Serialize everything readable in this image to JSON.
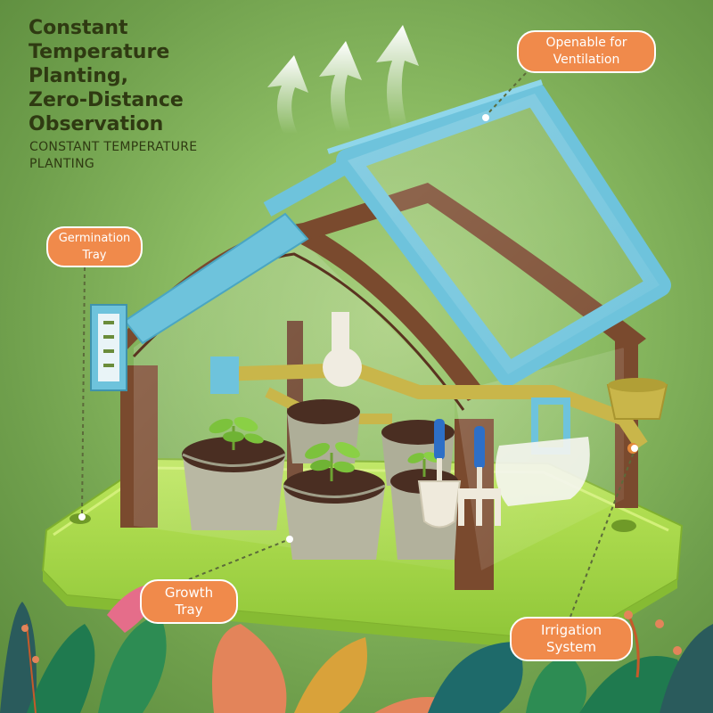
{
  "headline": {
    "lines": [
      "Constant",
      "Temperature",
      "Planting,",
      "Zero-Distance",
      "Observation"
    ],
    "subtitle_lines": [
      "CONSTANT TEMPERATURE",
      "PLANTING"
    ]
  },
  "callouts": {
    "ventilation": [
      "Openable for",
      "Ventilation"
    ],
    "germination": [
      "Germination",
      "Tray"
    ],
    "growth": [
      "Growth",
      "Tray"
    ],
    "irrigation": [
      "Irrigation",
      "System"
    ]
  },
  "colors": {
    "background": "#8dbd64",
    "callout": "#f08a4b",
    "headline_text": "#2f3a12",
    "roof_frame": "#6ec3dc",
    "house_frame": "#7a4a2e",
    "base_tray": "#a6d84a",
    "irrigation_pipe": "#c9b64a"
  },
  "icons": [
    "up-arrow-icon",
    "shovel-icon",
    "rake-icon",
    "seedling-icon",
    "sign-icon",
    "leaf-icon"
  ]
}
